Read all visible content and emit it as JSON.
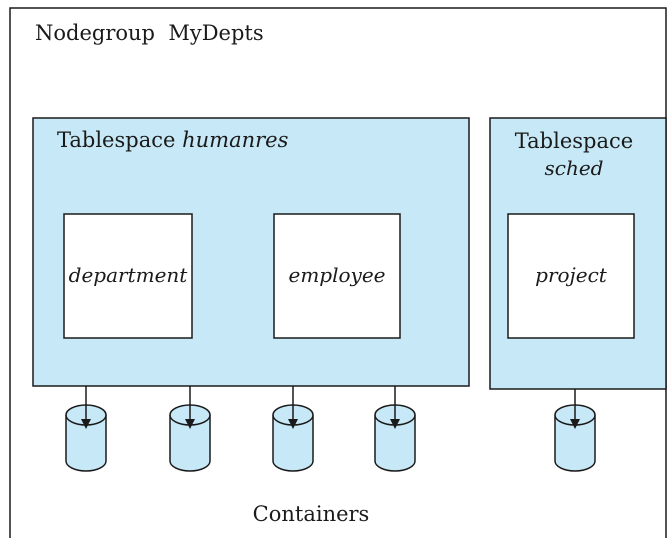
{
  "nodegroup": {
    "label": "Nodegroup  MyDepts"
  },
  "tablespaces": [
    {
      "keyword": "Tablespace",
      "name": "humanres",
      "tables": [
        "department",
        "employee"
      ]
    },
    {
      "keyword": "Tablespace",
      "name": "sched",
      "tables": [
        "project"
      ]
    }
  ],
  "containers": {
    "label": "Containers",
    "count": 5
  },
  "colors": {
    "tablespace_fill": "#c7e8f6",
    "container_fill": "#c7e8f6",
    "table_fill": "#ffffff",
    "stroke": "#1a1a1a"
  }
}
